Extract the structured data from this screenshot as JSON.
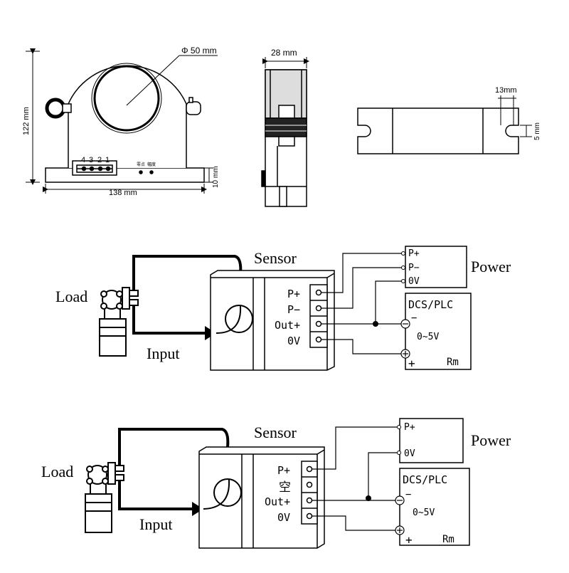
{
  "dimensions": {
    "diameter": "Φ 50 mm",
    "height": "122 mm",
    "width": "138 mm",
    "base_height": "10 mm",
    "depth": "28 mm",
    "slot_spacing": "13mm",
    "slot_width": "5 mm"
  },
  "connector": {
    "pins": [
      "4",
      "3",
      "2",
      "1"
    ],
    "led_labels": [
      "零点",
      "幅度"
    ]
  },
  "diagram1": {
    "sensor_label": "Sensor",
    "load_label": "Load",
    "input_label": "Input",
    "terminals": [
      "P+",
      "P−",
      "Out+",
      "0V"
    ],
    "power_label": "Power",
    "power_terminals": [
      "P+",
      "P−",
      "0V"
    ],
    "dcs_label": "DCS/PLC",
    "range_label": "0~5V",
    "resistor_label": "Rm",
    "minus": "−",
    "plus": "+"
  },
  "diagram2": {
    "sensor_label": "Sensor",
    "load_label": "Load",
    "input_label": "Input",
    "terminals": [
      "P+",
      "空",
      "Out+",
      "0V"
    ],
    "power_label": "Power",
    "power_terminals": [
      "P+",
      "0V"
    ],
    "dcs_label": "DCS/PLC",
    "range_label": "0~5V",
    "resistor_label": "Rm",
    "minus": "−",
    "plus": "+"
  }
}
